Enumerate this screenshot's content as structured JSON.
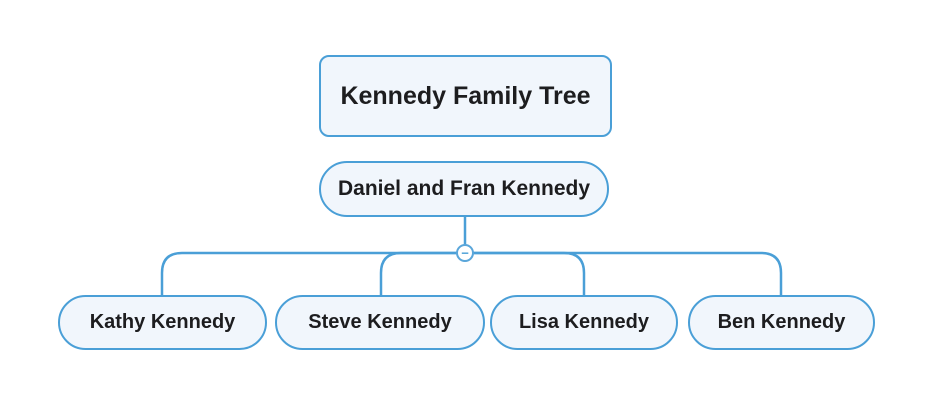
{
  "diagram": {
    "title_node": {
      "label": "Kennedy Family Tree"
    },
    "parent_node": {
      "label": "Daniel and Fran Kennedy"
    },
    "child_nodes": [
      {
        "label": "Kathy Kennedy"
      },
      {
        "label": "Steve Kennedy"
      },
      {
        "label": "Lisa Kennedy"
      },
      {
        "label": "Ben Kennedy"
      }
    ],
    "collapse_toggle": {
      "icon": "minus-icon",
      "symbol": "−"
    },
    "colors": {
      "node_border": "#4a9fd7",
      "node_fill": "#f1f6fc",
      "connector": "#4a9fd7",
      "toggle_border": "#5aa6da",
      "text": "#1d1d1f",
      "background": "#ffffff"
    }
  }
}
